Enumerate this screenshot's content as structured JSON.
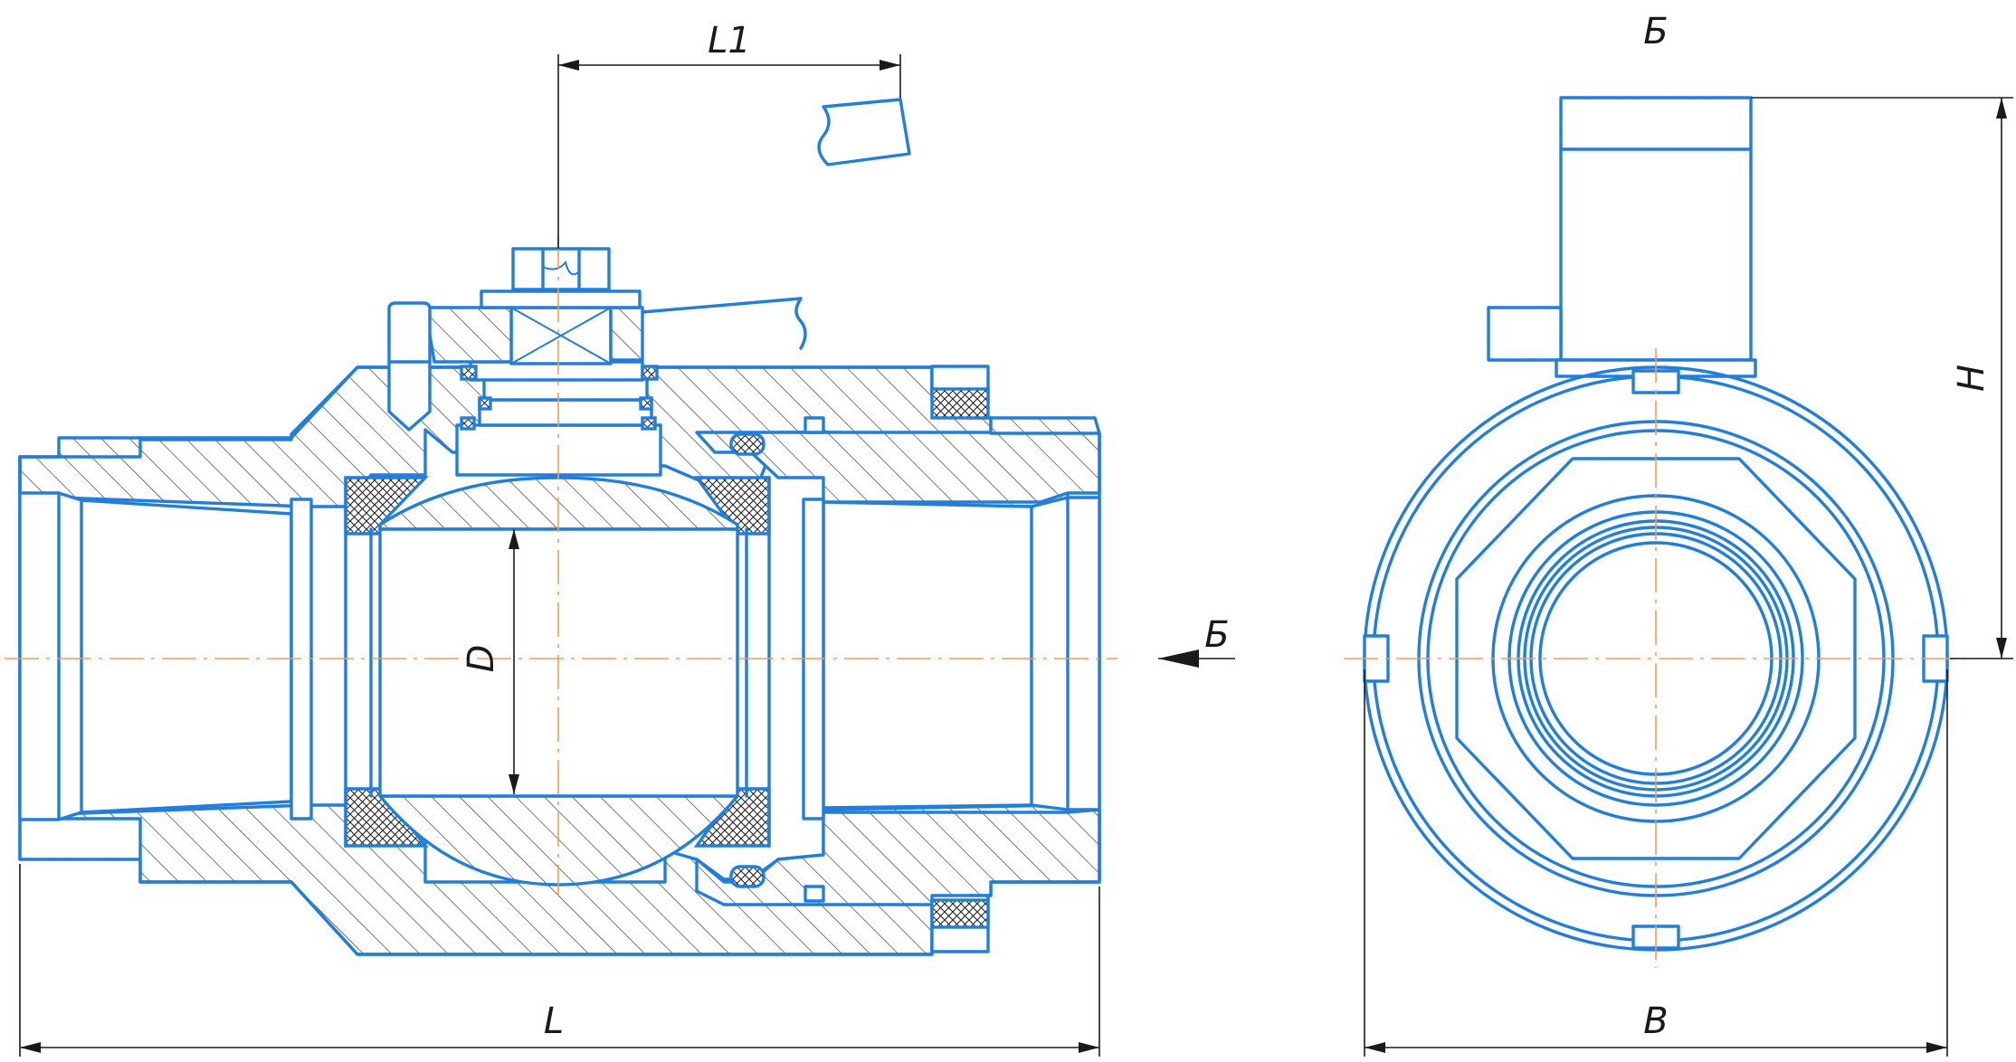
{
  "labels": {
    "dim_l1": "L1",
    "dim_l": "L",
    "dim_d": "D",
    "dim_b": "B",
    "dim_h": "H",
    "view_marker": "Б",
    "view_title": "Б"
  },
  "colors": {
    "outline": "#1e7fe0",
    "dimension": "#1a1a1a",
    "axis": "#f0a050"
  }
}
